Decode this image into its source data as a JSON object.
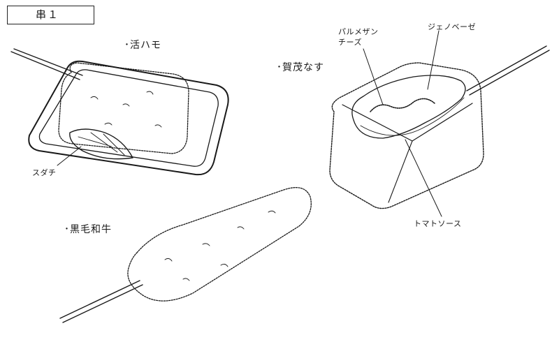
{
  "sheet": {
    "title": "串１"
  },
  "items": {
    "hamo": {
      "label": "･活ハモ",
      "notes": {
        "sudachi": "スダチ"
      }
    },
    "kamo_nasu": {
      "label": "･賀茂なす",
      "notes": {
        "parmesan_line1": "パルメザン",
        "parmesan_line2": "チーズ",
        "genovese": "ジェノベーゼ",
        "tomato_sauce": "トマトソース"
      }
    },
    "wagyu": {
      "label": "･黒毛和牛"
    }
  },
  "colors": {
    "ink": "#1a1a1a",
    "paper": "#ffffff"
  }
}
